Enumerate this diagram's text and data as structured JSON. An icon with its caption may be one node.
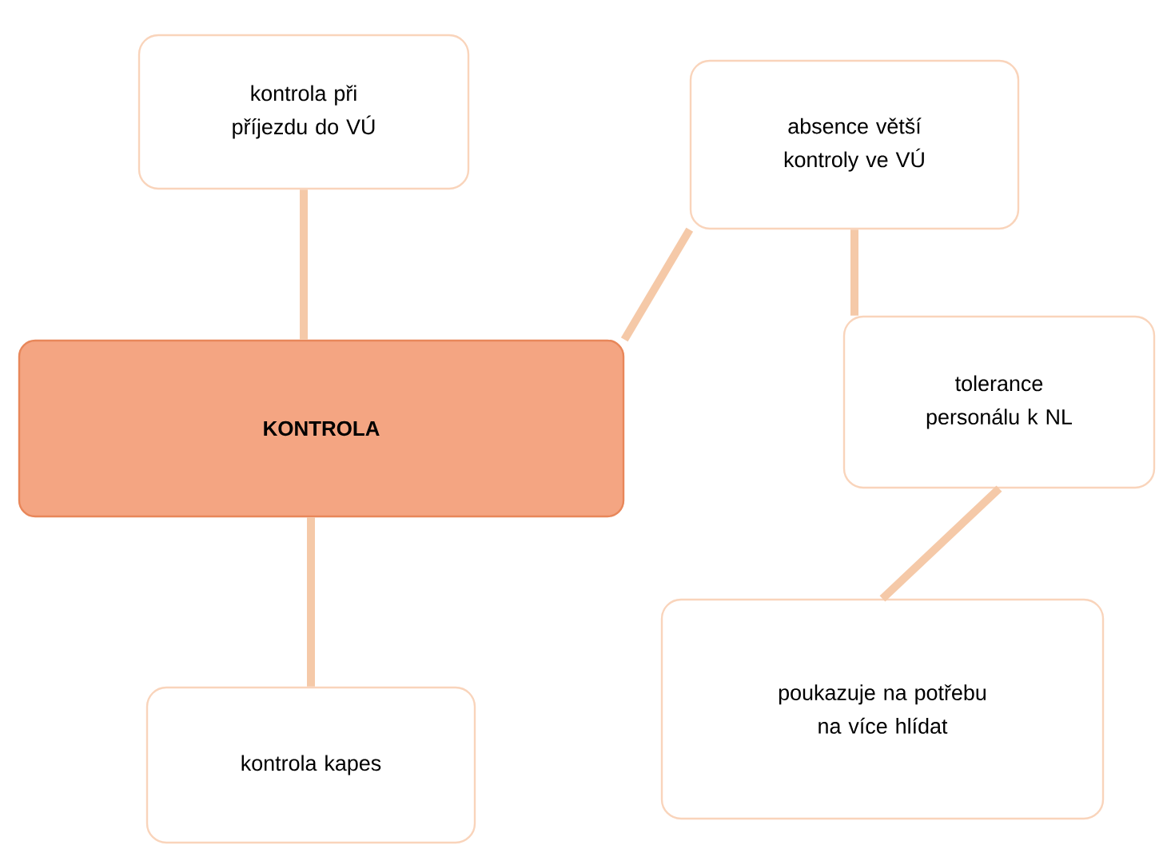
{
  "diagram": {
    "nodes": [
      {
        "text": [
          "KONTROLA"
        ]
      },
      {
        "text": [
          "kontrola při příjezdu do VÚ"
        ]
      },
      {
        "text": [
          "absence větší kontroly ve VÚ"
        ]
      },
      {
        "text": [
          "tolerance personálu k NL"
        ]
      },
      {
        "text": [
          "poukazuje na potřebu na více hlídat"
        ]
      },
      {
        "text": [
          "kontrola kapes"
        ]
      }
    ],
    "edges": [
      {
        "from": 0,
        "to": 1,
        "arrow": "none"
      },
      {
        "from": 0,
        "to": 2,
        "arrow": "none"
      },
      {
        "from": 2,
        "to": 3,
        "arrow": "none"
      },
      {
        "from": 3,
        "to": 4,
        "arrow": "none"
      },
      {
        "from": 0,
        "to": 5,
        "arrow": "none"
      }
    ]
  }
}
